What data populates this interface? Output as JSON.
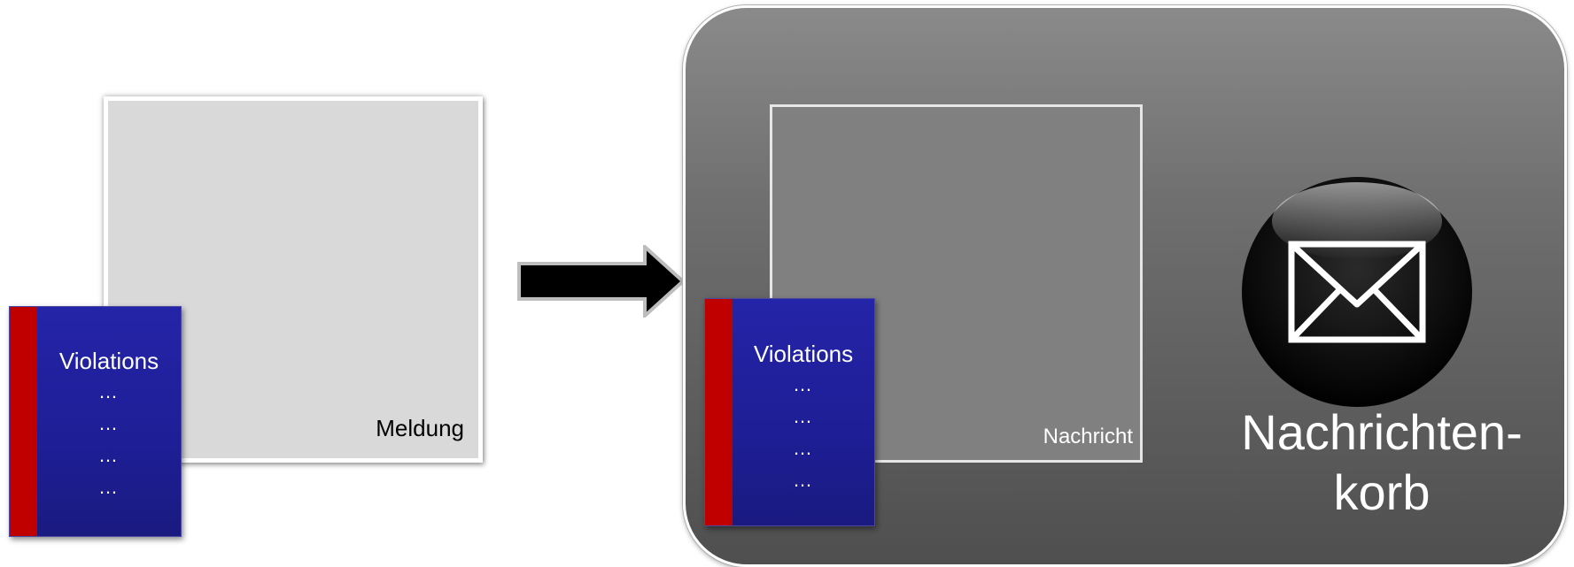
{
  "meldung": {
    "label": "Meldung"
  },
  "nachricht": {
    "label": "Nachricht"
  },
  "violations_left": {
    "title": "Violations",
    "lines": [
      "…",
      "…",
      "…",
      "…"
    ]
  },
  "violations_right": {
    "title": "Violations",
    "lines": [
      "…",
      "…",
      "…",
      "…"
    ]
  },
  "basket": {
    "label_line1": "Nachrichten-",
    "label_line2": "korb",
    "icon": "envelope-icon"
  },
  "colors": {
    "book_spine": "#c00000",
    "book_cover": "#2222a0",
    "panel_dark": "#5a5a5a",
    "card_light": "#d9d9d9",
    "card_mid": "#808080"
  }
}
